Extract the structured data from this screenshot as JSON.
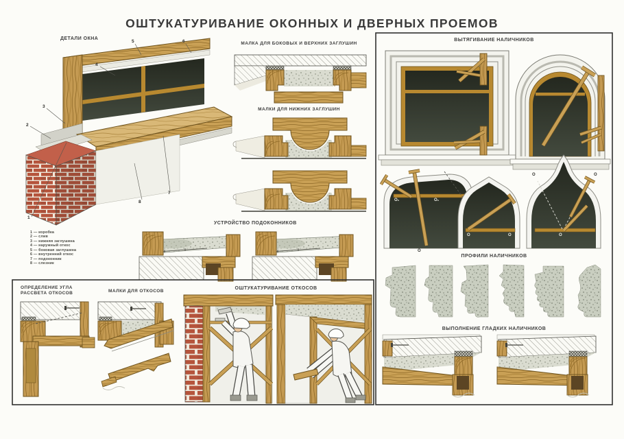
{
  "title": "ОШТУКАТУРИВАНИЕ ОКОННЫХ И ДВЕРНЫХ ПРОЕМОВ",
  "sections": {
    "window_details": {
      "heading": "ДЕТАЛИ ОКНА"
    },
    "rule_side_top": {
      "heading": "МАЛКА ДЛЯ БОКОВЫХ И ВЕРХНИХ ЗАГЛУШИН"
    },
    "rules_bottom": {
      "heading": "МАЛКИ ДЛЯ НИЖНИХ ЗАГЛУШИН"
    },
    "sills": {
      "heading": "УСТРОЙСТВО ПОДОКОННИКОВ"
    },
    "casing_running": {
      "heading": "ВЫТЯГИВАНИЕ НАЛИЧНИКОВ"
    },
    "casing_profiles": {
      "heading": "ПРОФИЛИ НАЛИЧНИКОВ"
    },
    "smooth_casings": {
      "heading": "ВЫПОЛНЕНИЕ ГЛАДКИХ НАЛИЧНИКОВ"
    },
    "reveal_angle": {
      "heading_line1": "ОПРЕДЕЛЕНИЕ УГЛА",
      "heading_line2": "РАССВЕТА ОТКОСОВ"
    },
    "reveal_rules": {
      "heading": "МАЛКИ ДЛЯ ОТКОСОВ"
    },
    "reveal_plastering": {
      "heading": "ОШТУКАТУРИВАНИЕ ОТКОСОВ"
    }
  },
  "legend": {
    "items": [
      "1 — коробка",
      "2 — слив",
      "3 — нижняя заглушина",
      "4 — наружный откос",
      "5 — боковая заглушина",
      "6 — внутренний откос",
      "7 — подоконник",
      "8 — слезник"
    ]
  },
  "callouts": {
    "n1": "1",
    "n2": "2",
    "n3": "3",
    "n4": "4",
    "n5": "5",
    "n6": "6",
    "n7": "7",
    "n8": "8"
  },
  "marks": {
    "o": "O",
    "o1": "O₁"
  },
  "colors": {
    "paper": "#fcfcf8",
    "ink": "#3d3d3d",
    "wood": "#c9a055",
    "wood_dark": "#6f541f",
    "brick": "#b5543c",
    "glass": "#2b2f29",
    "plaster": "#d9dccf",
    "casing_white": "#f3f3ed"
  }
}
